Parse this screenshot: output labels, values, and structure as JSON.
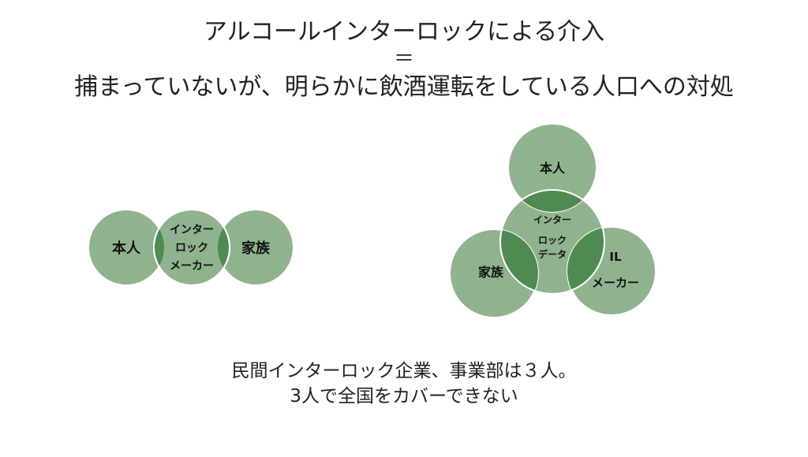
{
  "title": {
    "line1": "アルコールインターロックによる介入",
    "line2": "＝",
    "line3": "捕まっていないが、明らかに飲酒運転をしている人口への対処"
  },
  "diagram_left": {
    "left_circle": "本人",
    "center_circle_lines": [
      "インター",
      "ロック",
      "メーカー"
    ],
    "right_circle": "家族"
  },
  "diagram_right": {
    "top_circle": "本人",
    "center_circle_lines": [
      "インター",
      "ロック",
      "データ"
    ],
    "bottom_left_circle": "家族",
    "bottom_right_circle_lines": [
      "IL",
      "メーカー"
    ]
  },
  "caption": {
    "line1": "民間インターロック企業、事業部は３人。",
    "line2": "3人で全国をカバーできない"
  },
  "colors": {
    "circle_fill": "#8fb38e",
    "circle_overlap": "#4e8a51",
    "circle_stroke": "#ffffff"
  }
}
